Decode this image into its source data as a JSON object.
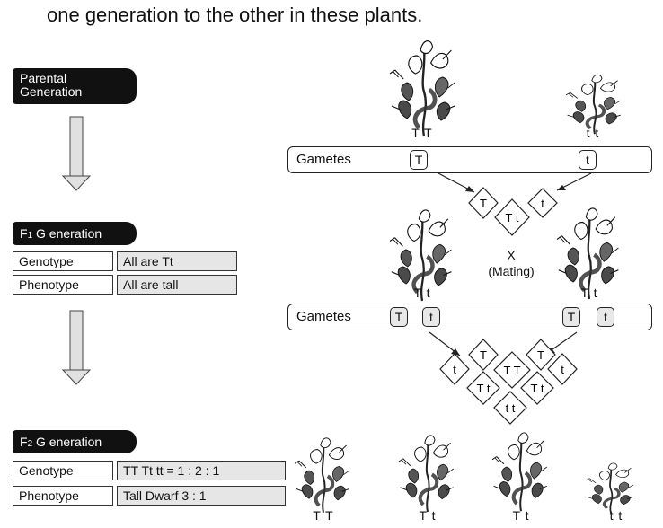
{
  "header": {
    "text": "one generation to the other in these plants."
  },
  "parental": {
    "label_line1": "Parental",
    "label_line2": "Generation"
  },
  "f1": {
    "label_prefix": "F",
    "label_sub": "1",
    "label_rest": " G eneration",
    "rows": [
      {
        "key": "Genotype",
        "value": "All are Tt"
      },
      {
        "key": "Phenotype",
        "value": "All are tall"
      }
    ]
  },
  "f2": {
    "label_prefix": "F",
    "label_sub": "2",
    "label_rest": " G eneration",
    "rows": [
      {
        "key": "Genotype",
        "value": "TT Tt tt = 1 : 2 : 1"
      },
      {
        "key": "Phenotype",
        "value": "Tall Dwarf 3 : 1"
      }
    ]
  },
  "parents": {
    "left_genotype": "T T",
    "right_genotype": "t t"
  },
  "gametes1": {
    "label": "Gametes",
    "left": "T",
    "right": "t"
  },
  "union1": {
    "left": "T",
    "center": "T t",
    "right": "t"
  },
  "f1_plants": {
    "left_genotype": "T t",
    "right_genotype": "T t",
    "cross": "X",
    "cross_label": "(Mating)"
  },
  "gametes2": {
    "label": "Gametes",
    "left": [
      "T",
      "t"
    ],
    "right": [
      "T",
      "t"
    ]
  },
  "punnett": {
    "top_left": "T",
    "top_right": "T",
    "mid_left": "t",
    "center": "T T",
    "mid_right": "t",
    "low_left": "T t",
    "low_right": "T t",
    "bottom": "t t"
  },
  "offspring": {
    "g1": "T T",
    "g2": "T t",
    "g3": "T t",
    "g4": "t t"
  }
}
